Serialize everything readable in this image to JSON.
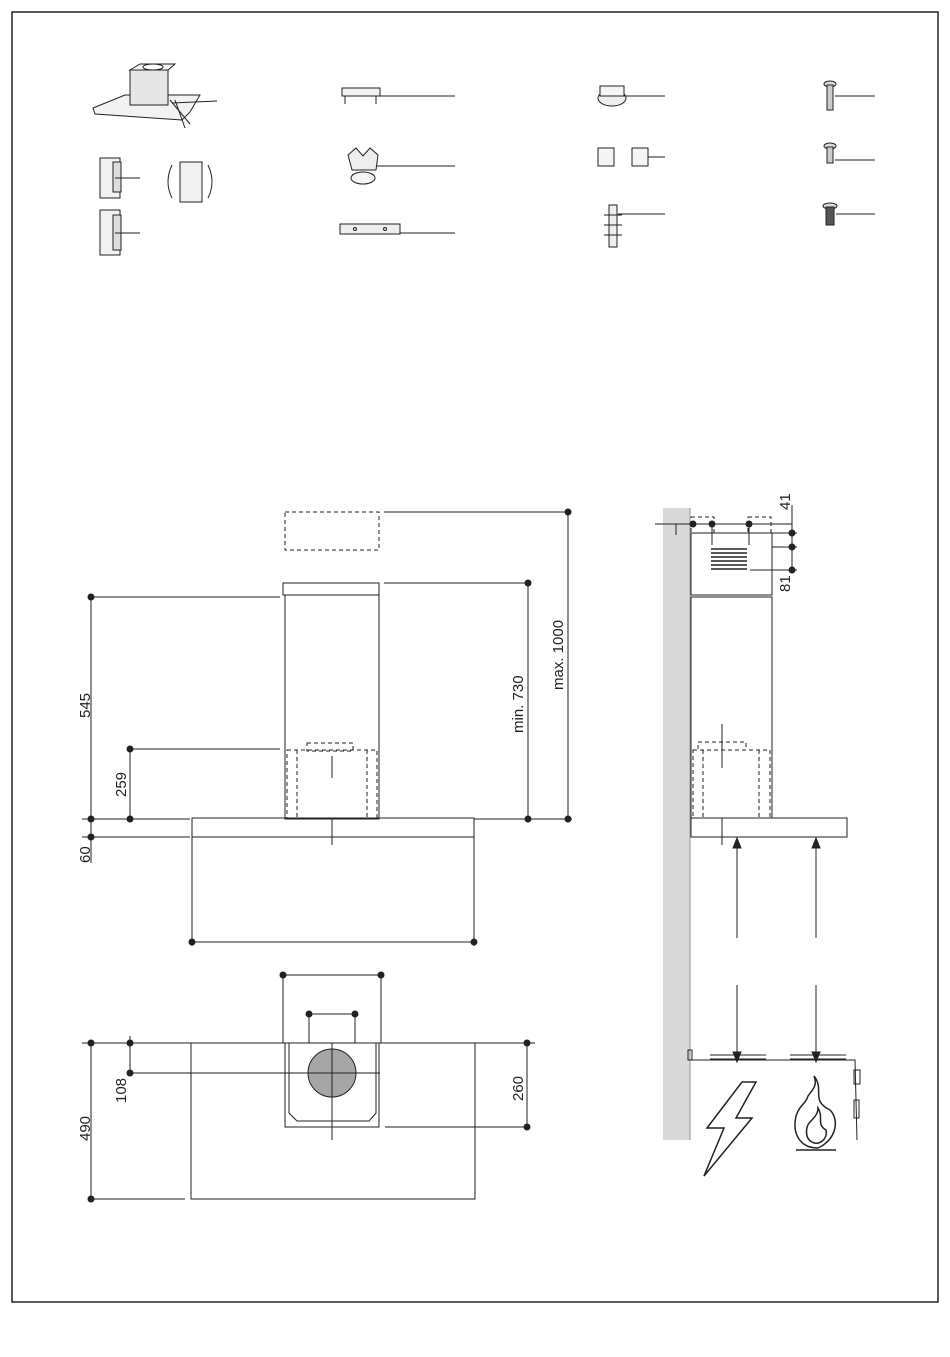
{
  "front_view": {
    "dim_max_height": "max. 1000",
    "dim_min_height": "min. 730",
    "dim_chimney": "545",
    "dim_lower_chimney": "259",
    "dim_canopy": "60"
  },
  "top_view": {
    "dim_depth": "490",
    "dim_outlet": "108",
    "dim_chimney_depth": "260"
  },
  "side_view": {
    "dim_top": "41",
    "dim_bracket": "81"
  },
  "colors": {
    "line": "#222222",
    "wall": "#d9d9d9",
    "duct": "#a6a6a6"
  },
  "icons": [
    "electric-lightning-icon",
    "gas-flame-icon"
  ]
}
